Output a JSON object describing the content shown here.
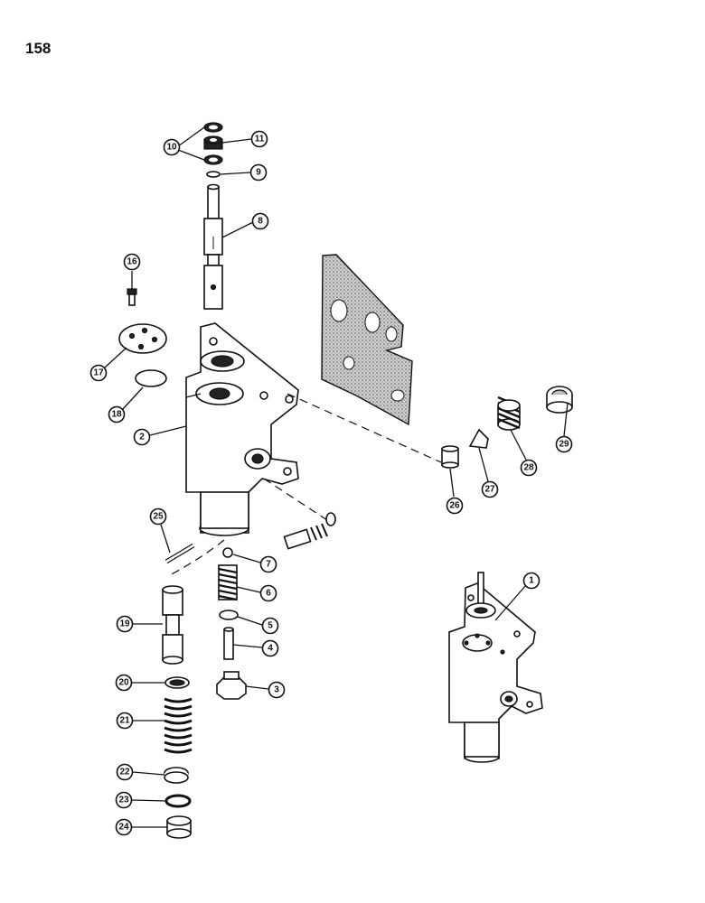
{
  "page": {
    "number": "158"
  },
  "callouts": [
    "1",
    "2",
    "3",
    "4",
    "5",
    "6",
    "7",
    "8",
    "9",
    "10",
    "11",
    "16",
    "17",
    "18",
    "19",
    "20",
    "21",
    "22",
    "23",
    "24",
    "25",
    "26",
    "27",
    "28",
    "29"
  ],
  "colors": {
    "ink": "#111111",
    "paper": "#ffffff",
    "gasket": "#9a9a9a"
  }
}
